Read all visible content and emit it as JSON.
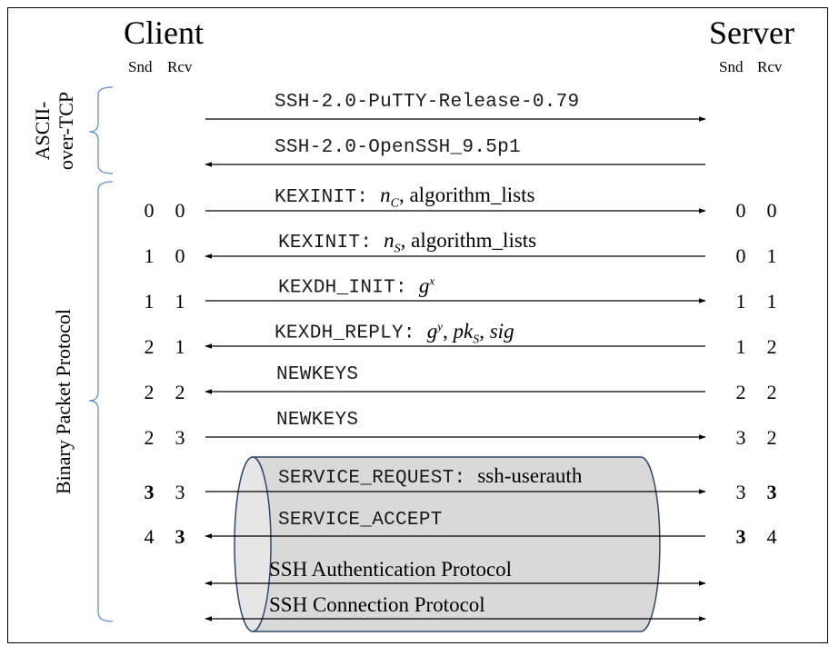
{
  "parties": {
    "client": "Client",
    "server": "Server",
    "snd": "Snd",
    "rcv": "Rcv"
  },
  "groups": {
    "ascii_line1": "ASCII-",
    "ascii_line2": "over-TCP",
    "binary": "Binary Packet Protocol"
  },
  "messages": [
    {
      "text": "SSH-2.0-PuTTY-Release-0.79",
      "direction": "right"
    },
    {
      "text": "SSH-2.0-OpenSSH_9.5p1",
      "direction": "left"
    },
    {
      "text": "KEXINIT:",
      "args": ", algorithm_lists",
      "sym": "n",
      "sub": "C",
      "direction": "right"
    },
    {
      "text": "KEXINIT:",
      "args": ", algorithm_lists",
      "sym": "n",
      "sub": "S",
      "direction": "left"
    },
    {
      "text": "KEXDH_INIT:",
      "sym": "g",
      "sup": "x",
      "direction": "right"
    },
    {
      "text": "KEXDH_REPLY:",
      "sym": "g",
      "sup": "y",
      "sep1": ", ",
      "sym2": "pk",
      "sub2": "S",
      "sep2": ", ",
      "sym3": "sig",
      "direction": "left"
    },
    {
      "text": "NEWKEYS",
      "direction": "left"
    },
    {
      "text": "NEWKEYS",
      "direction": "right"
    },
    {
      "text": "SERVICE_REQUEST:",
      "args": "ssh-userauth",
      "direction": "right"
    },
    {
      "text": "SERVICE_ACCEPT",
      "direction": "left"
    },
    {
      "text": "SSH Authentication Protocol",
      "direction": "both"
    },
    {
      "text": "SSH Connection Protocol",
      "direction": "both"
    }
  ],
  "counters": {
    "client_snd": [
      "0",
      "1",
      "1",
      "2",
      "2",
      "2",
      "3",
      "4"
    ],
    "client_rcv": [
      "0",
      "0",
      "1",
      "1",
      "2",
      "3",
      "3",
      "3"
    ],
    "server_snd": [
      "0",
      "0",
      "1",
      "1",
      "2",
      "3",
      "3",
      "3"
    ],
    "server_rcv": [
      "0",
      "1",
      "1",
      "2",
      "2",
      "2",
      "3",
      "4"
    ]
  }
}
